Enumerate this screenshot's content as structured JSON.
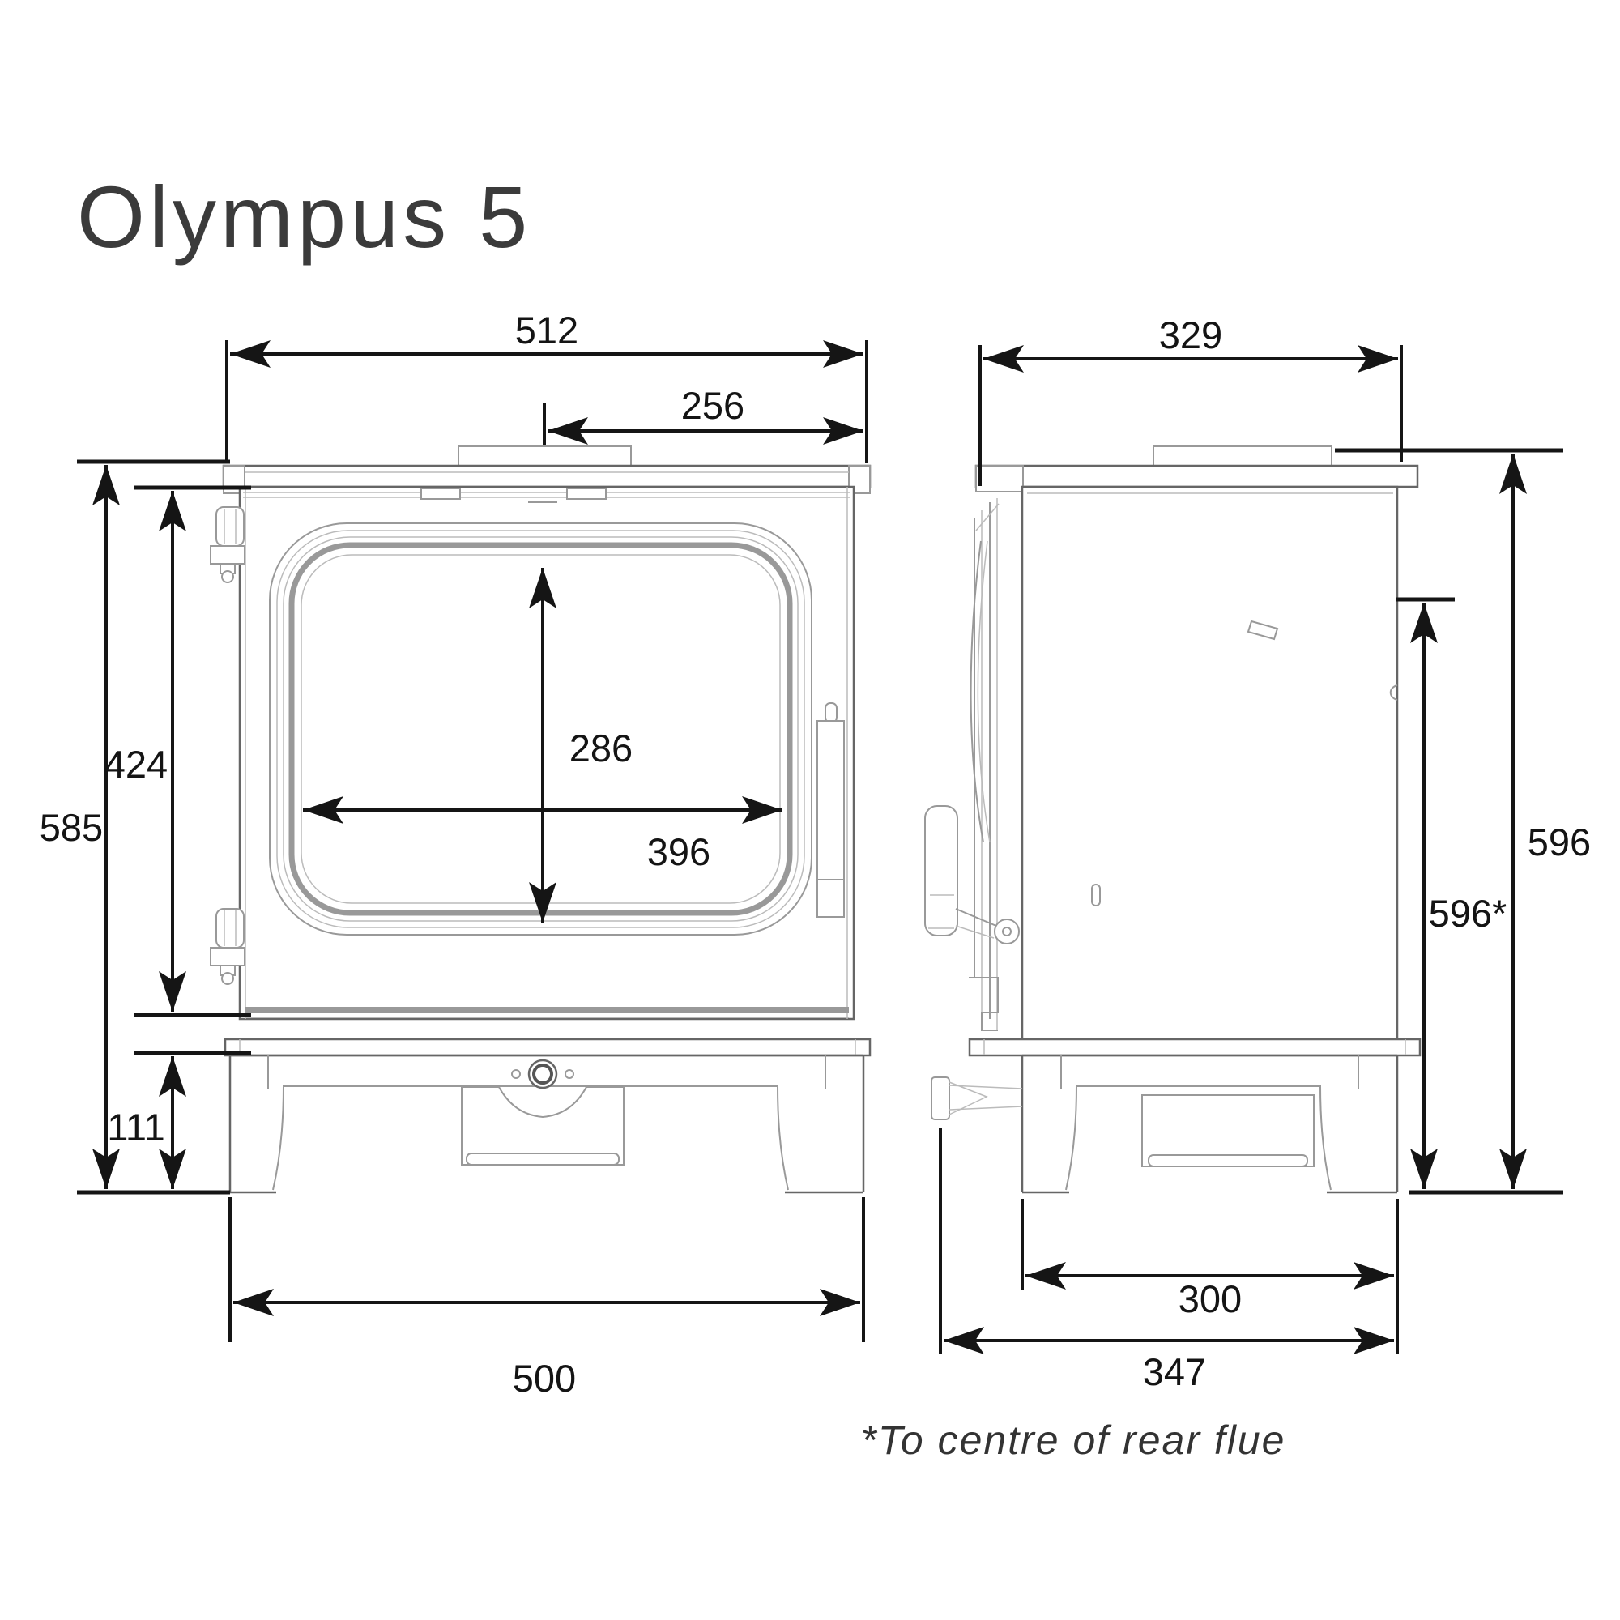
{
  "title": "Olympus 5",
  "footnote": "*To centre of rear flue",
  "front_view": {
    "dims": {
      "overall_width": "512",
      "flue_centre_offset": "256",
      "overall_height": "585",
      "door_height": "424",
      "base_height": "111",
      "glass_height": "286",
      "glass_width": "396",
      "base_width": "500"
    }
  },
  "side_view": {
    "dims": {
      "depth": "329",
      "overall_height": "596",
      "rear_flue_height": "596*",
      "base_inner_depth": "300",
      "base_depth": "347"
    }
  },
  "colors": {
    "ink": "#151515",
    "outline": "#666666",
    "light_line": "#aaaaaa",
    "background": "#ffffff"
  }
}
